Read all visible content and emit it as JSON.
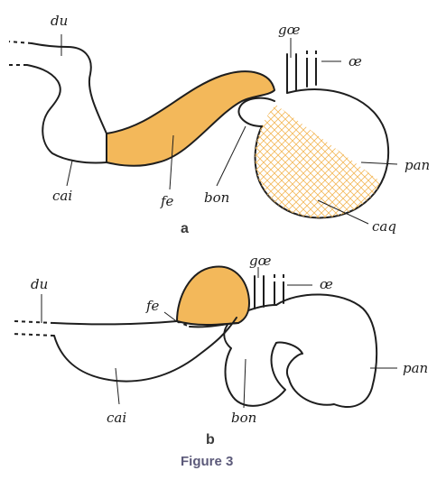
{
  "colors": {
    "highlight": "#f3b85a",
    "outline": "#1e1e1e",
    "hatch": "#f3b85a",
    "caption": "#5c5a7a"
  },
  "figure_a": {
    "sublabel": "a",
    "labels": {
      "du": "du",
      "goe": "gœ",
      "oe": "œ",
      "cai": "cai",
      "fe": "fe",
      "bon": "bon",
      "pan": "pan",
      "caq": "caq"
    }
  },
  "figure_b": {
    "sublabel": "b",
    "labels": {
      "du": "du",
      "goe": "gœ",
      "oe": "œ",
      "fe": "fe",
      "cai": "cai",
      "bon": "bon",
      "pan": "pan"
    }
  },
  "caption": "Figure 3"
}
